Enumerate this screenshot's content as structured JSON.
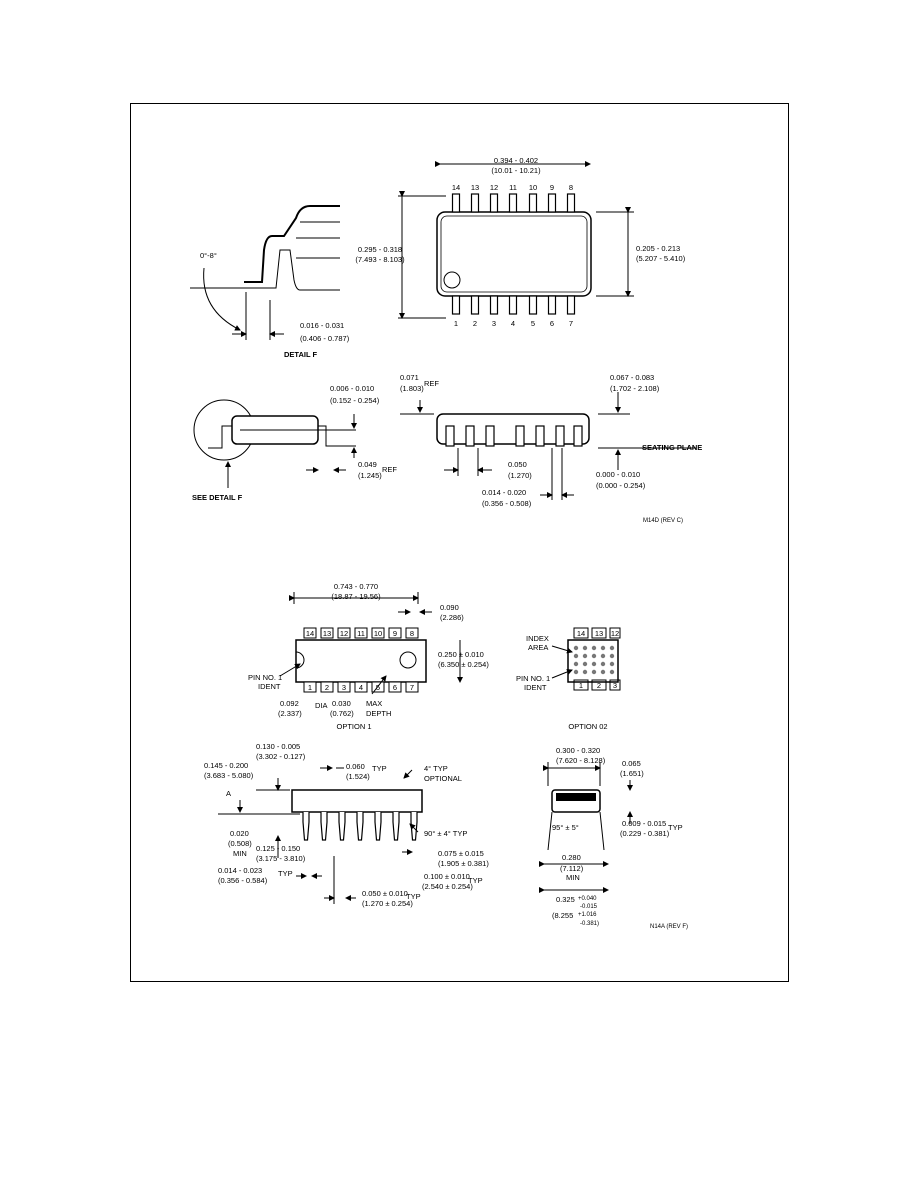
{
  "top": {
    "pins_top": [
      "14",
      "13",
      "12",
      "11",
      "10",
      "9",
      "8"
    ],
    "pins_bottom": [
      "1",
      "2",
      "3",
      "4",
      "5",
      "6",
      "7"
    ],
    "width_dim": [
      "0.394 - 0.402",
      "(10.01 - 10.21)"
    ],
    "height_dim": [
      "0.295 - 0.318",
      "(7.493 - 8.103)"
    ],
    "body_dim": [
      "0.205 - 0.213",
      "(5.207 - 5.410)"
    ],
    "angle": "0°-8°",
    "lead_dim": [
      "0.016 - 0.031",
      "(0.406 - 0.787)"
    ],
    "detail_label": "DETAIL F",
    "lead_thick": [
      "0.006 - 0.010",
      "(0.152 - 0.254)"
    ],
    "ref_a": [
      "0.071",
      "(1.803)"
    ],
    "ref_word": "REF",
    "height_b": [
      "0.067 - 0.083",
      "(1.702 - 2.108)"
    ],
    "seating": "SEATING PLANE",
    "standoff": [
      "0.000 - 0.010",
      "(0.000 - 0.254)"
    ],
    "pitch": [
      "0.050",
      "(1.270)"
    ],
    "foot": [
      "0.049",
      "(1.245)"
    ],
    "width_lead": [
      "0.014 - 0.020",
      "(0.356 - 0.508)"
    ],
    "see_detail": "SEE DETAIL F",
    "drawing_id": "M14D (REV C)"
  },
  "bottom": {
    "pins_top": [
      "14",
      "13",
      "12",
      "11",
      "10",
      "9",
      "8"
    ],
    "pins_bottom": [
      "1",
      "2",
      "3",
      "4",
      "5",
      "6",
      "7"
    ],
    "length_dim": [
      "0.743 - 0.770",
      "(18.87 - 19.56)"
    ],
    "end_dim": [
      "0.090",
      "(2.286)"
    ],
    "width_dim": [
      "0.250 ± 0.010",
      "(6.350 ± 0.254)"
    ],
    "pin1": [
      "PIN NO. 1",
      "IDENT"
    ],
    "dia_dim": [
      "0.092",
      "(2.337)"
    ],
    "dia_word": "DIA",
    "depth_dim": [
      "0.030",
      "(0.762)"
    ],
    "depth_word": [
      "MAX",
      "DEPTH"
    ],
    "option1": "OPTION 1",
    "option2": "OPTION 02",
    "index_area": [
      "INDEX",
      "AREA"
    ],
    "opt2_pins_top": [
      "14",
      "13",
      "12"
    ],
    "opt2_pins_bottom": [
      "1",
      "2",
      "3"
    ],
    "seat_dim": [
      "0.130 - 0.005",
      "(3.302 - 0.127)"
    ],
    "h_dim": [
      "0.145 - 0.200",
      "(3.683 - 5.080)"
    ],
    "shoulder": [
      "0.060",
      "(1.524)"
    ],
    "typ": "TYP",
    "angle_opt": [
      "4° TYP",
      "OPTIONAL"
    ],
    "a_mark": "A",
    "min_dim": [
      "0.020",
      "(0.508)"
    ],
    "min_word": "MIN",
    "lead_len": [
      "0.125 - 0.150",
      "(3.175 - 3.810)"
    ],
    "lead_angle": "90° ± 4° TYP",
    "lead_w": [
      "0.014 - 0.023",
      "(0.356 - 0.584)"
    ],
    "lead_w2": [
      "0.075 ± 0.015",
      "(1.905 ± 0.381)"
    ],
    "spacing": [
      "0.100 ± 0.010",
      "(2.540 ± 0.254)"
    ],
    "pitch": [
      "0.050 ± 0.010",
      "(1.270 ± 0.254)"
    ],
    "row_dim": [
      "0.300 - 0.320",
      "(7.620 - 8.128)"
    ],
    "t_dim": [
      "0.065",
      "(1.651)"
    ],
    "angle_95": "95° ± 5°",
    "ring_dim": [
      "0.009 - 0.015",
      "(0.229 - 0.381)"
    ],
    "min280": [
      "0.280",
      "(7.112)",
      "MIN"
    ],
    "spread": [
      "0.325",
      "+0.040",
      "-0.015"
    ],
    "spread_mm": [
      "(8.255",
      "+1.016",
      "-0.381)"
    ],
    "drawing_id": "N14A (REV F)"
  }
}
